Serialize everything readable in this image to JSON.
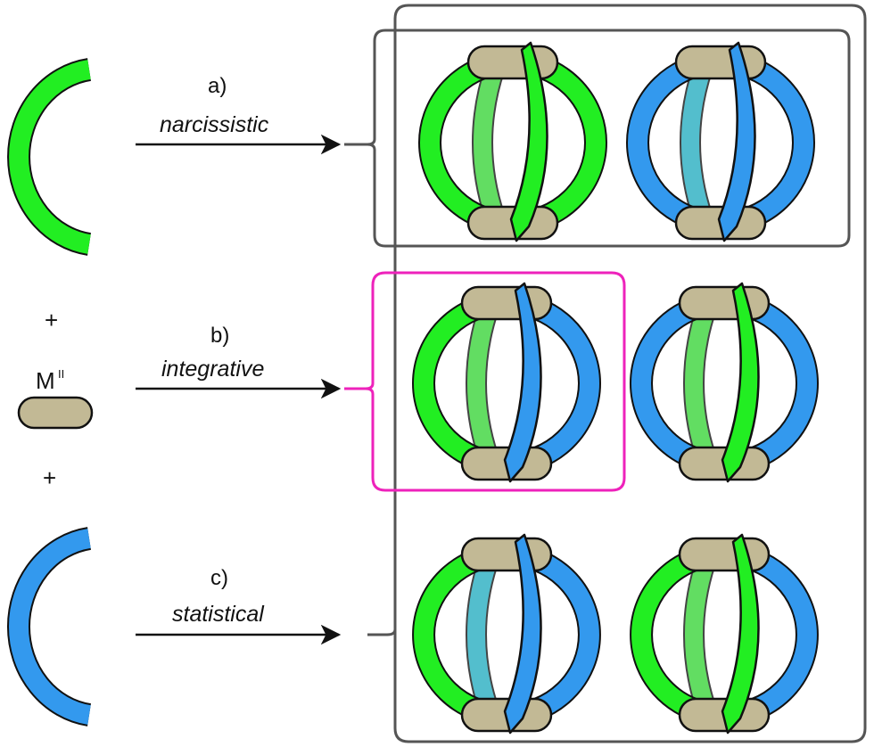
{
  "colors": {
    "green": "#22ee22",
    "blue": "#3399ee",
    "metal": "#c2b995",
    "pink_bracket": "#ee22bb",
    "gray_bracket": "#555555",
    "light_green": "#66ee66",
    "teal": "#55ccdd"
  },
  "reagents": {
    "plus_top": "+",
    "metal_label": "M",
    "metal_superscript": "II",
    "plus_bottom": "+"
  },
  "pathways": [
    {
      "letter": "a)",
      "name": "narcissistic"
    },
    {
      "letter": "b)",
      "name": "integrative"
    },
    {
      "letter": "c)",
      "name": "statistical"
    }
  ],
  "products": [
    {
      "id": "row1-left",
      "outer_left": "green",
      "outer_right": "green",
      "middle": "light_green",
      "front": "green"
    },
    {
      "id": "row1-right",
      "outer_left": "blue",
      "outer_right": "blue",
      "middle": "teal",
      "front": "blue"
    },
    {
      "id": "row2-left",
      "outer_left": "green",
      "outer_right": "blue",
      "middle": "light_green",
      "front": "blue"
    },
    {
      "id": "row2-right",
      "outer_left": "blue",
      "outer_right": "blue",
      "middle": "light_green",
      "front": "green"
    },
    {
      "id": "row3-left",
      "outer_left": "green",
      "outer_right": "blue",
      "middle": "teal",
      "front": "blue"
    },
    {
      "id": "row3-right",
      "outer_left": "green",
      "outer_right": "blue",
      "middle": "light_green",
      "front": "green"
    }
  ]
}
